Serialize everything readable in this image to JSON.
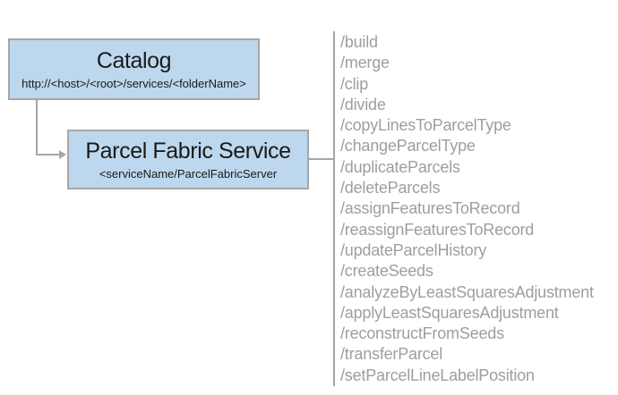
{
  "colors": {
    "background": "#FFFFFF",
    "box_fill": "#BDD7EE",
    "box_border": "#A6A6A6",
    "connector": "#A6A6A6",
    "title_text": "#1A1A1A",
    "endpoint_text": "#9E9E9E"
  },
  "catalog": {
    "title": "Catalog",
    "subtitle": "http://<host>/<root>/services/<folderName>"
  },
  "service": {
    "title": "Parcel Fabric Service",
    "subtitle": "<serviceName/ParcelFabricServer"
  },
  "endpoints": [
    "/build",
    "/merge",
    "/clip",
    "/divide",
    "/copyLinesToParcelType",
    "/changeParcelType",
    "/duplicateParcels",
    "/deleteParcels",
    "/assignFeaturesToRecord",
    "/reassignFeaturesToRecord",
    "/updateParcelHistory",
    "/createSeeds",
    "/analyzeByLeastSquaresAdjustment",
    "/applyLeastSquaresAdjustment",
    "/reconstructFromSeeds",
    "/transferParcel",
    "/setParcelLineLabelPosition"
  ]
}
